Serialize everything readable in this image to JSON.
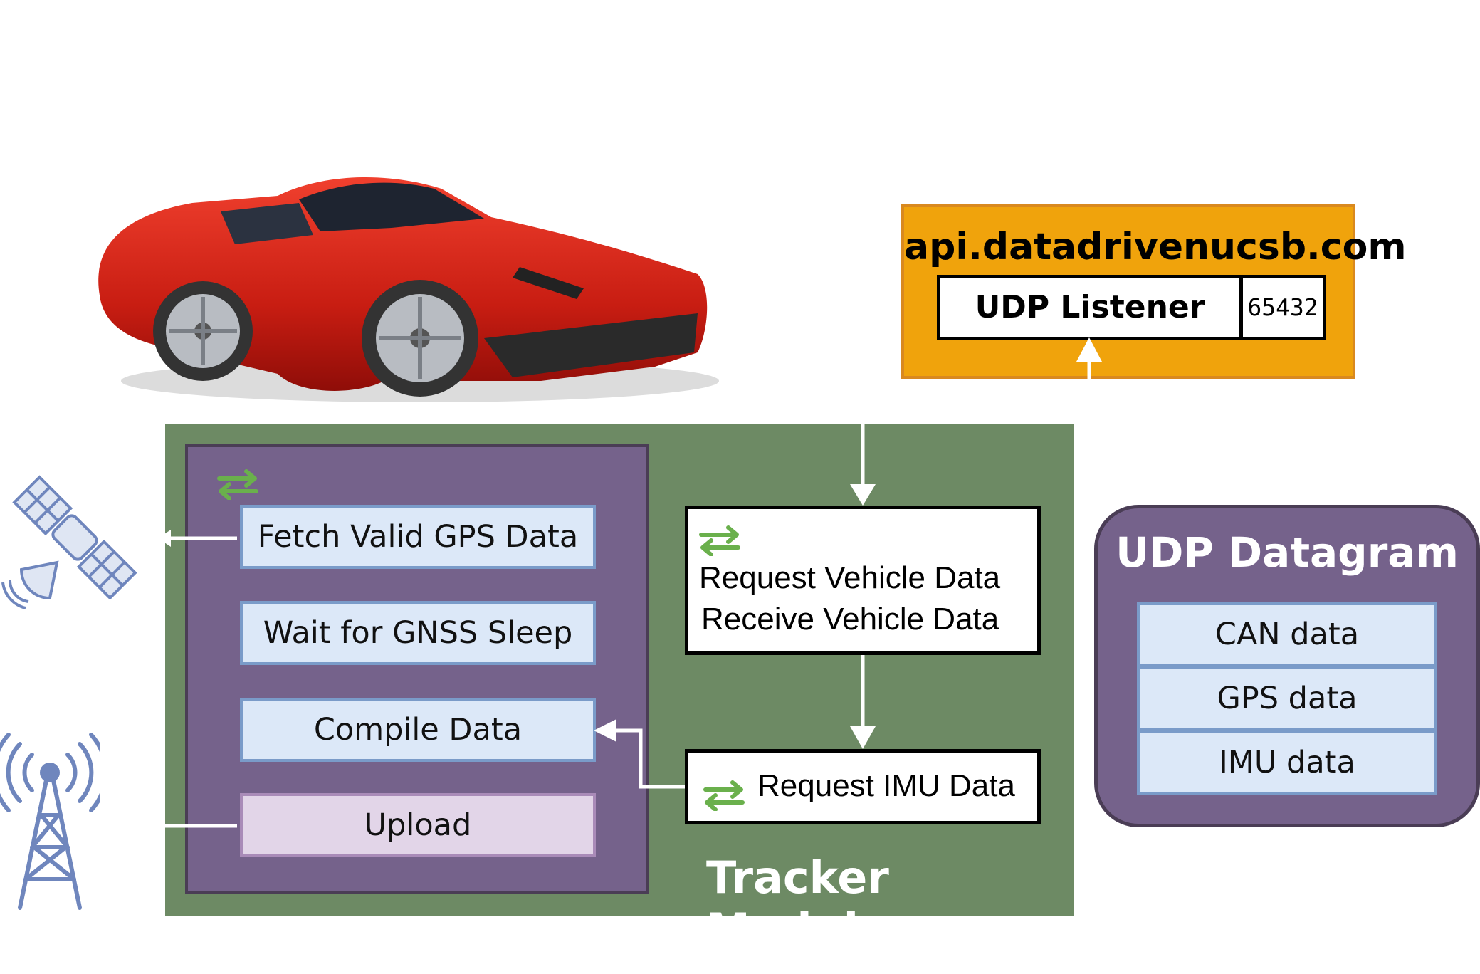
{
  "server": {
    "host": "api.datadrivenucsb.com",
    "listener_label": "UDP Listener",
    "port": "65432"
  },
  "tracker": {
    "label": "Tracker Module",
    "loop_steps": [
      "Fetch Valid GPS Data",
      "Wait for GNSS Sleep",
      "Compile Data",
      "Upload"
    ],
    "vehicle_lines": [
      "Request Vehicle Data",
      "Receive Vehicle Data"
    ],
    "imu_label": "Request IMU Data"
  },
  "datagram": {
    "title": "UDP Datagram",
    "items": [
      "CAN data",
      "GPS data",
      "IMU data"
    ]
  },
  "icons": [
    "car-image",
    "satellite-icon",
    "cell-tower-icon",
    "loop-arrows-icon"
  ],
  "colors": {
    "server": "#f0a30c",
    "tracker": "#6d8a64",
    "loop": "#75628b",
    "step": "#dce8f8",
    "upload": "#e2d5e8",
    "icon_blue": "#6f86bd",
    "loop_icon": "#6ab04c"
  }
}
